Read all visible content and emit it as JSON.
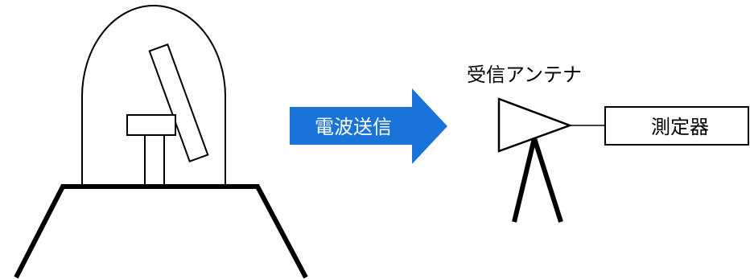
{
  "arrow": {
    "label": "電波送信",
    "color": "#1a73d9",
    "text_color": "#ffffff"
  },
  "antenna": {
    "label": "受信アンテナ"
  },
  "instrument": {
    "label": "測定器"
  },
  "colors": {
    "stroke": "#000000",
    "background": "#ffffff"
  }
}
